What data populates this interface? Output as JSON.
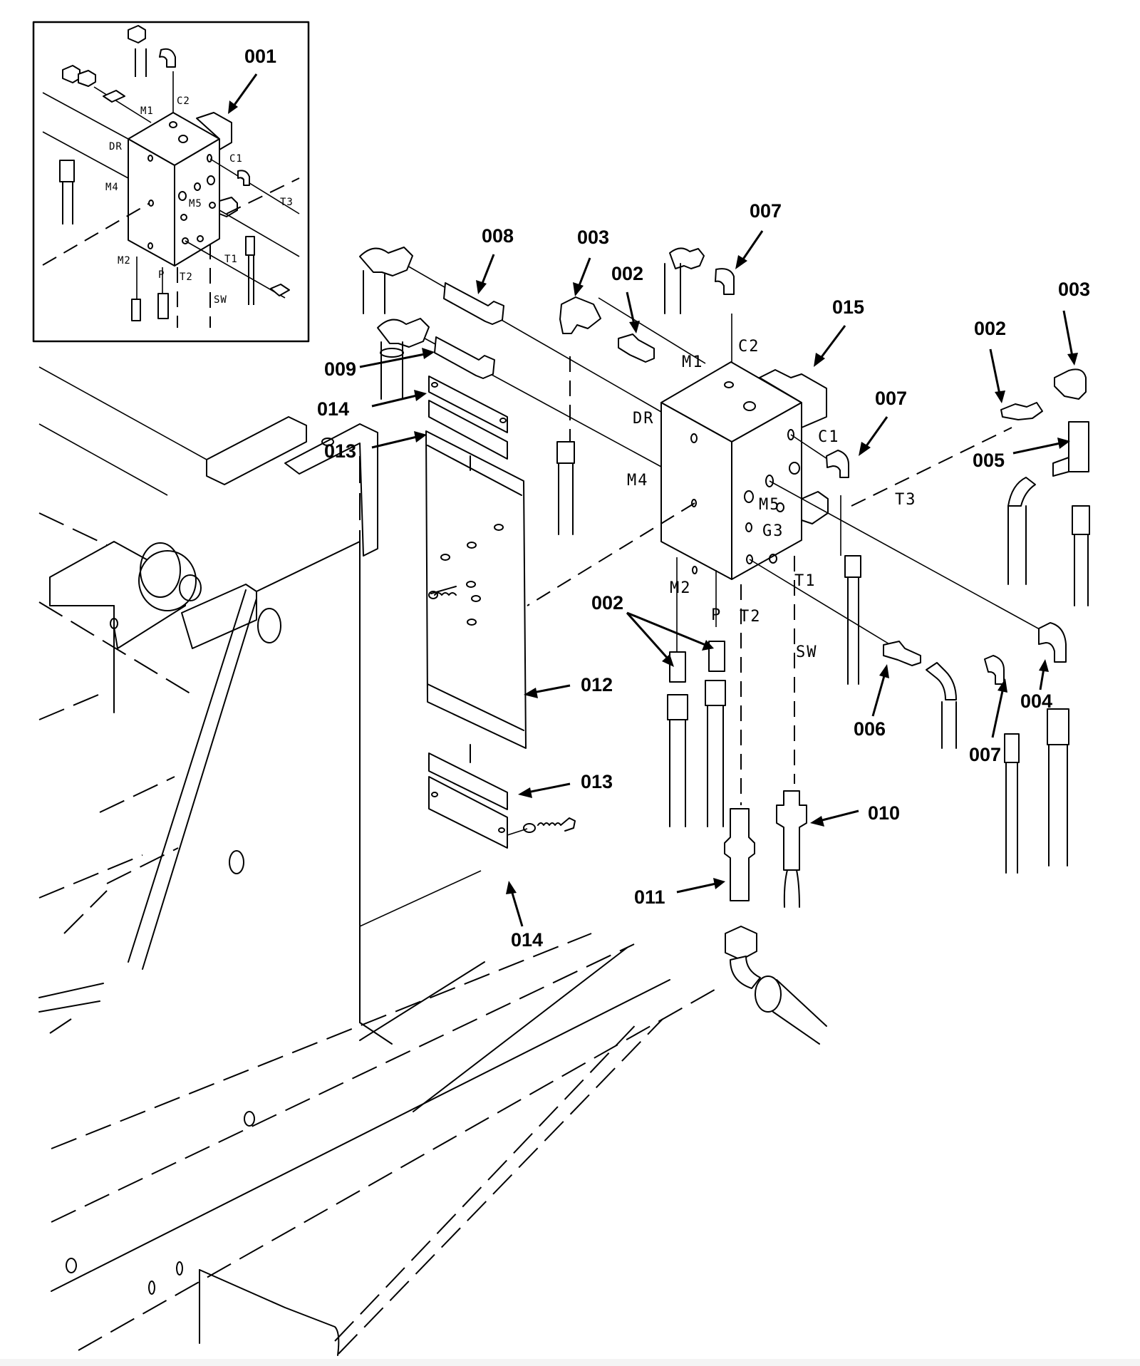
{
  "diagram": {
    "type": "exploded parts diagram",
    "subject": "Hydraulic valve block assembly with fittings and mounting bracket",
    "inset": {
      "callout": "001",
      "ports": [
        "C2",
        "M1",
        "DR",
        "M4",
        "C1",
        "M5",
        "T3",
        "M2",
        "P",
        "T2",
        "T1",
        "SW"
      ]
    },
    "callouts": {
      "c008": "008",
      "c003a": "003",
      "c007a": "007",
      "c002a": "002",
      "c015": "015",
      "c009": "009",
      "c014a": "014",
      "c013a": "013",
      "c002b": "002",
      "c003b": "003",
      "c007b": "007",
      "c005": "005",
      "c012": "012",
      "c002c": "002",
      "c013b": "013",
      "c006": "006",
      "c004": "004",
      "c007c": "007",
      "c010": "010",
      "c011": "011",
      "c014b": "014"
    },
    "ports": {
      "C2": "C2",
      "M1": "M1",
      "DR": "DR",
      "M4": "M4",
      "C1": "C1",
      "M5": "M5",
      "G3": "G3",
      "T3": "T3",
      "M2": "M2",
      "P": "P",
      "T2": "T2",
      "T1": "T1",
      "SW": "SW"
    }
  }
}
